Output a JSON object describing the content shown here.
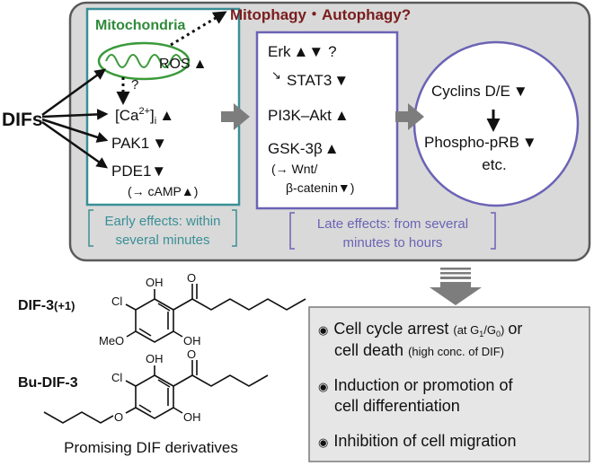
{
  "colors": {
    "panel_fill": "#d9d9d9",
    "panel_border": "#5a5a5a",
    "teal": "#3a8f96",
    "purple": "#6b63b5",
    "mito_green": "#3a9a3a",
    "mito_title": "#2f8a3a",
    "dark_red": "#7a1c1c",
    "arrow_gray": "#7d7d7d",
    "result_fill": "#e6e6e6",
    "result_border": "#7a7a7a"
  },
  "top_note": "Mitophagy・Autophagy?",
  "dif_label": "DIFs",
  "early": {
    "title": "Mitochondria",
    "ros": "ROS",
    "question": "?",
    "calcium_main": "[Ca",
    "calcium_sup": "2+",
    "calcium_close": "]",
    "calcium_sub": "i",
    "pak1": "PAK1",
    "pde1": "PDE1",
    "camp_note_open": "(→ cAMP",
    "camp_note_close": ")",
    "caption_line1": "Early effects: within",
    "caption_line2": "several minutes"
  },
  "late": {
    "erk": "Erk",
    "question": "?",
    "small_arrow": "↘",
    "stat3": "STAT3",
    "pi3k": "PI3K–Akt",
    "gsk": "GSK-3β",
    "wnt_line1": "(→ Wnt/",
    "wnt_line2": "β-catenin",
    "wnt_close": ")",
    "caption_line1": "Late effects: from several",
    "caption_line2": "minutes to hours"
  },
  "cell_cycle": {
    "cyclins": "Cyclins D/E",
    "phospho": "Phospho-pRB",
    "etc": "etc."
  },
  "compounds": {
    "dif3_label": "DIF-3",
    "dif3_suffix": "(+1)",
    "budif3_label": "Bu-DIF-3",
    "atom_oh": "OH",
    "atom_o": "O",
    "atom_cl": "Cl",
    "atom_meo": "MeO",
    "caption": "Promising DIF derivatives"
  },
  "results": {
    "bullet": "◉",
    "item1_line1": "Cell cycle arrest",
    "item1_paren_open": "(at G",
    "item1_sub1": "1",
    "item1_slash": "/G",
    "item1_sub2": "0",
    "item1_paren_close": ")",
    "item1_or": "or",
    "item1_line2": "cell death",
    "item1_line2_note": "(high conc. of DIF)",
    "item2_line1": "Induction or promotion of",
    "item2_line2": "cell differentiation",
    "item3": "Inhibition of cell migration"
  }
}
